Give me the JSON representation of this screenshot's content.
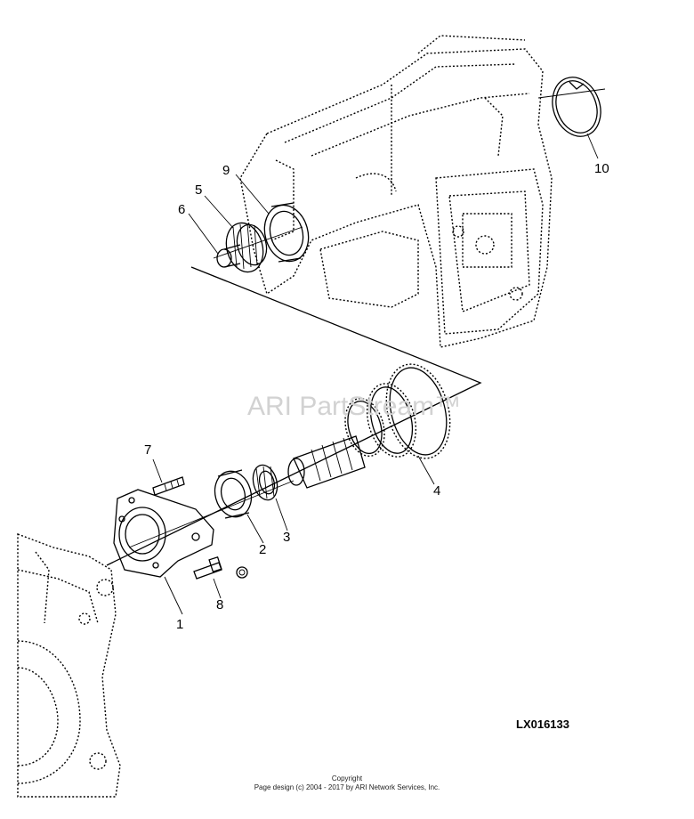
{
  "diagram": {
    "reference_code": "LX016133",
    "watermark": "ARI PartStream™",
    "callouts": [
      {
        "id": "1",
        "label": "1"
      },
      {
        "id": "2",
        "label": "2"
      },
      {
        "id": "3",
        "label": "3"
      },
      {
        "id": "4",
        "label": "4"
      },
      {
        "id": "5",
        "label": "5"
      },
      {
        "id": "6",
        "label": "6"
      },
      {
        "id": "7",
        "label": "7"
      },
      {
        "id": "8",
        "label": "8"
      },
      {
        "id": "9",
        "label": "9"
      },
      {
        "id": "10",
        "label": "10"
      }
    ]
  },
  "footer": {
    "copyright_label": "Copyright",
    "page_design": "Page design (c) 2004 - 2017 by ARI Network Services, Inc."
  }
}
